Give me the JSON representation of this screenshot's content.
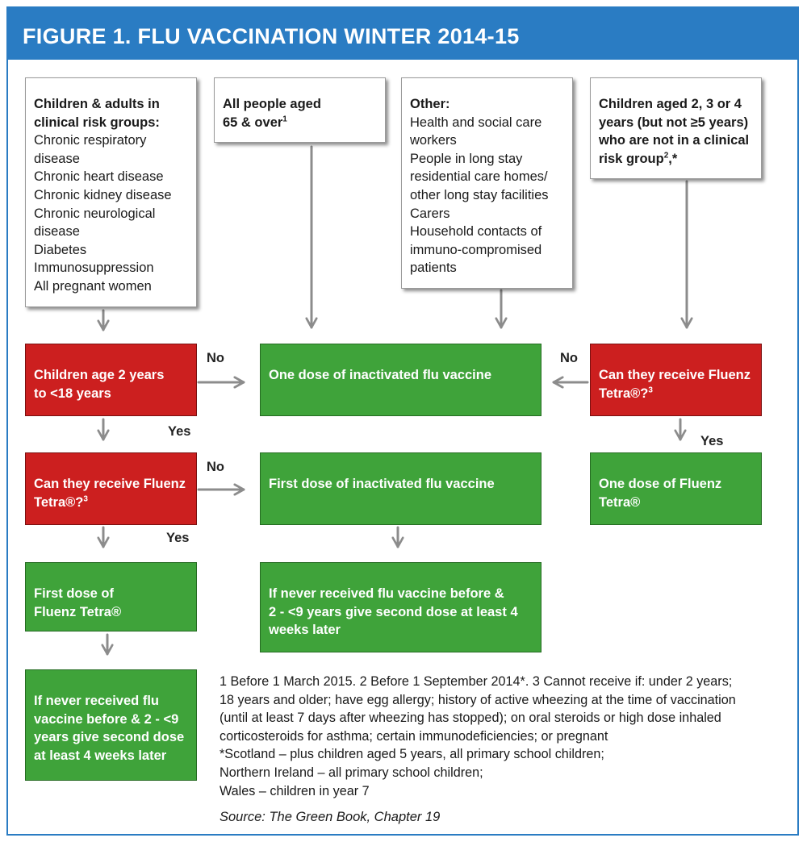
{
  "title": "FIGURE 1. FLU VACCINATION WINTER 2014-15",
  "input_boxes": {
    "risk_groups": {
      "heading": [
        "Children & adults in",
        "clinical risk groups:"
      ],
      "items": [
        "Chronic respiratory",
        "disease",
        "Chronic heart disease",
        "Chronic kidney disease",
        "Chronic neurological",
        "disease",
        "Diabetes",
        "Immunosuppression",
        "All pregnant women"
      ]
    },
    "aged_65": {
      "line1": "All people aged",
      "line2": "65 & over",
      "sup": "1"
    },
    "other": {
      "heading": "Other:",
      "items": [
        "Health and social care",
        "workers",
        "People in long stay",
        "residential care homes/",
        "other long stay facilities",
        "Carers",
        "Household contacts of",
        "immuno-compromised",
        "patients"
      ]
    },
    "children_2_4": {
      "lines": [
        "Children aged 2, 3 or 4",
        "years (but not ≥5 years)",
        "who are not in a clinical"
      ],
      "last_line": "risk group",
      "sup": "2",
      "suffix": ",*"
    }
  },
  "decision_boxes": {
    "age_check": [
      "Children age 2 years",
      "to <18 years"
    ],
    "fluenz_left": {
      "line1": "Can they receive Fluenz",
      "line2": "Tetra®?",
      "sup": "3"
    },
    "fluenz_right": {
      "line1": "Can they receive Fluenz",
      "line2": "Tetra®?",
      "sup": "3"
    }
  },
  "outcome_boxes": {
    "one_dose_inactivated": "One dose of inactivated flu vaccine",
    "first_dose_inactivated": "First dose of inactivated flu vaccine",
    "one_dose_fluenz": [
      "One dose of Fluenz",
      "Tetra®"
    ],
    "first_dose_fluenz": [
      "First dose of",
      "Fluenz Tetra®"
    ],
    "second_dose_middle": [
      "If never received flu vaccine before &",
      "2 - <9 years give second dose at least 4",
      "weeks later"
    ],
    "second_dose_left": [
      "If never received flu",
      "vaccine before & 2 - <9",
      "years give second dose",
      "at least 4 weeks later"
    ]
  },
  "arrow_labels": {
    "no_1": "No",
    "yes_1": "Yes",
    "no_2": "No",
    "yes_2": "Yes",
    "no_3": "No",
    "yes_3": "Yes"
  },
  "footnotes": [
    "1 Before 1 March 2015.  2 Before 1 September 2014*. 3 Cannot receive if: under 2 years;",
    "18 years and older; have egg allergy; history of active wheezing at the time of vaccination",
    "(until at least 7 days after wheezing has stopped); on oral steroids or high dose inhaled",
    "corticosteroids for asthma; certain immunodeficiencies; or pregnant",
    "*Scotland – plus children aged 5 years, all primary school children;",
    " Northern Ireland – all primary school children;",
    " Wales – children in year 7"
  ],
  "source": "Source: The Green Book, Chapter 19",
  "colors": {
    "title_bar": "#2a7cc3",
    "decision_red": "#cc1f1f",
    "outcome_green": "#3fa33a",
    "arrow_grey": "#8c8c8c"
  }
}
